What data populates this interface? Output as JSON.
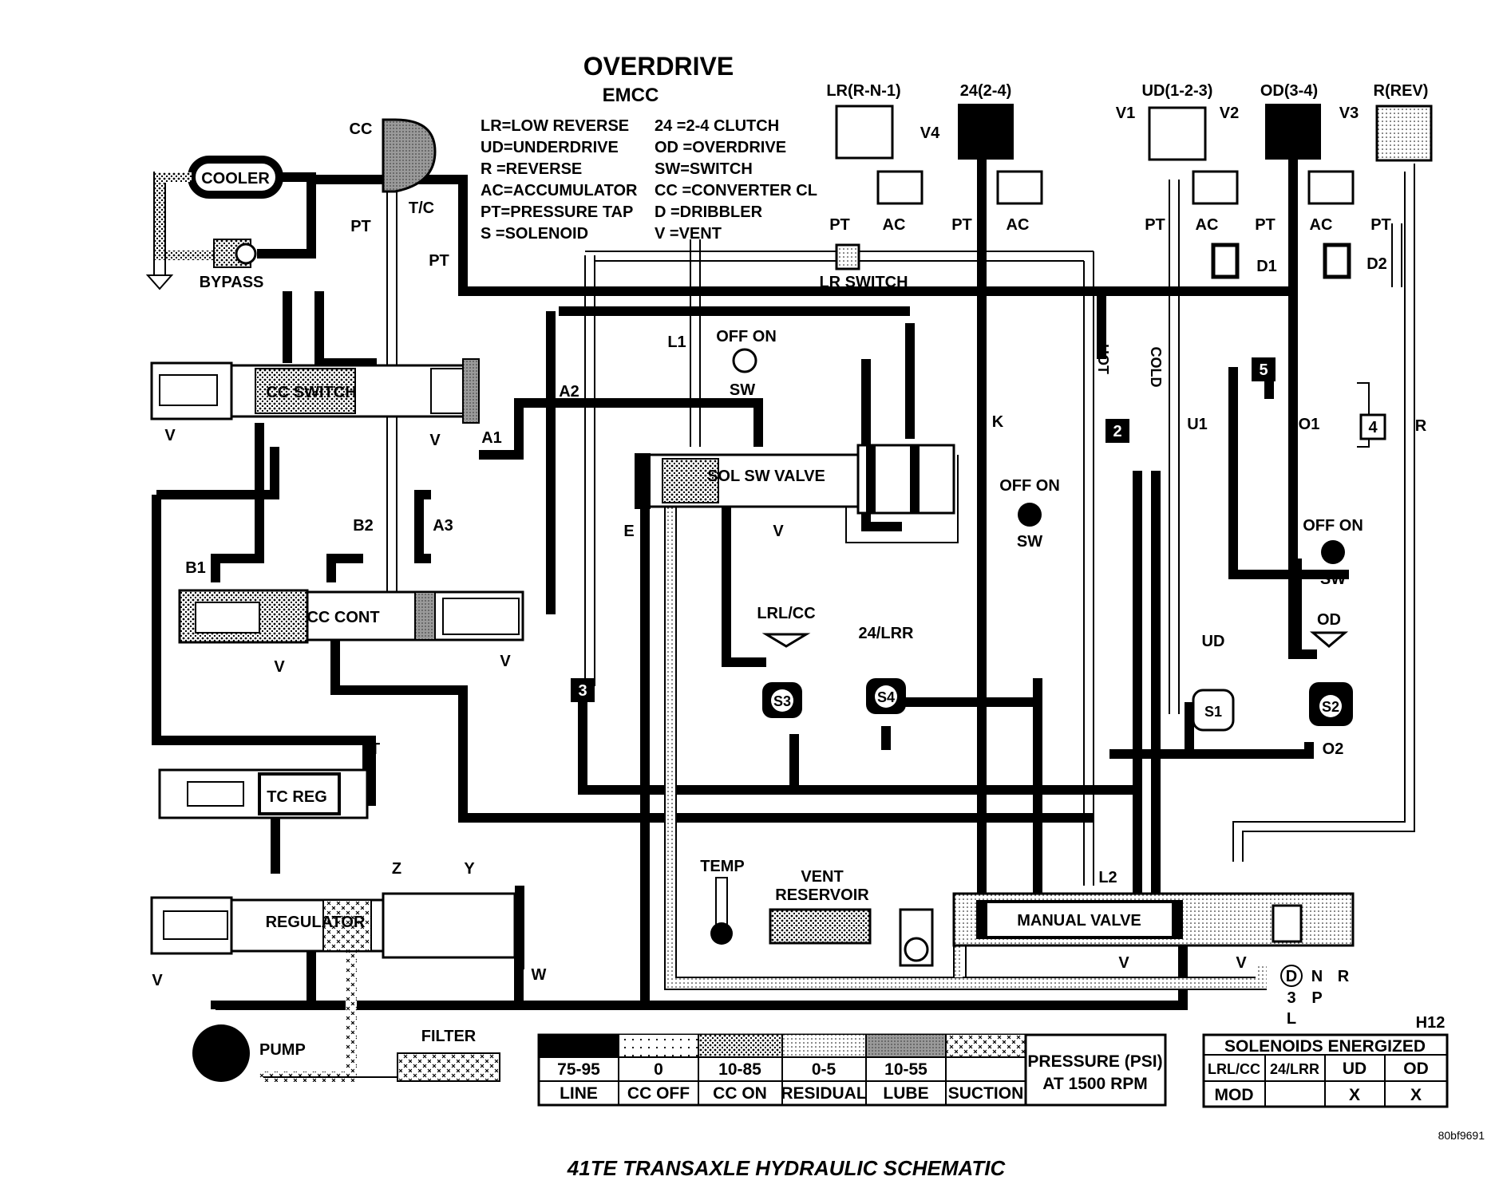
{
  "header": {
    "title": "OVERDRIVE",
    "subtitle": "EMCC"
  },
  "abbreviations_left": [
    "LR=LOW REVERSE",
    "UD=UNDERDRIVE",
    "R  =REVERSE",
    "AC=ACCUMULATOR",
    "PT=PRESSURE TAP",
    "S  =SOLENOID"
  ],
  "abbreviations_right": [
    "24 =2-4 CLUTCH",
    "OD =OVERDRIVE",
    "SW=SWITCH",
    "CC =CONVERTER CL",
    "D  =DRIBBLER",
    "V  =VENT"
  ],
  "clutches": {
    "lr": "LR(R-N-1)",
    "c24": "24(2-4)",
    "ud": "UD(1-2-3)",
    "od": "OD(3-4)",
    "rev": "R(REV)"
  },
  "components": {
    "cooler": "COOLER",
    "bypass": "BYPASS",
    "cc": "CC",
    "tc": "T/C",
    "cc_switch": "CC SWITCH",
    "cc_cont": "CC CONT",
    "tc_reg": "TC REG",
    "regulator": "REGULATOR",
    "pump": "PUMP",
    "filter": "FILTER",
    "sol_sw_valve": "SOL SW VALVE",
    "lr_switch": "LR SWITCH",
    "manual_valve": "MANUAL VALVE",
    "temp": "TEMP",
    "vent_reservoir_1": "VENT",
    "vent_reservoir_2": "RESERVOIR",
    "hot": "HOT",
    "cold": "COLD",
    "sol_lrcc": "LRL/CC",
    "sol_24lr": "24/LRR",
    "sol_ud": "UD",
    "sol_od": "OD"
  },
  "markers": {
    "pt": "PT",
    "ac": "AC",
    "v": "V",
    "sw": "SW",
    "off_on": "OFF ON",
    "v1": "V1",
    "v2": "V2",
    "v3": "V3",
    "v4": "V4",
    "d1": "D1",
    "d2": "D2",
    "a1": "A1",
    "a2": "A2",
    "a3": "A3",
    "b1": "B1",
    "b2": "B2",
    "l1": "L1",
    "l2": "L2",
    "k": "K",
    "u1": "U1",
    "o1": "O1",
    "o2": "O2",
    "r": "R",
    "e": "E",
    "t": "T",
    "w": "W",
    "y": "Y",
    "z": "Z",
    "s1": "S1",
    "s2": "S2",
    "s3": "S3",
    "s4": "S4",
    "n2": "2",
    "n3": "3",
    "n4": "4",
    "n5": "5"
  },
  "gear_positions": {
    "d": "D",
    "three": "3",
    "l": "L",
    "n": "N",
    "p": "P",
    "r": "R"
  },
  "pressure_legend": {
    "heading_1": "PRESSURE (PSI)",
    "heading_2": "AT 1500 RPM",
    "items": [
      {
        "value": "75-95",
        "label": "LINE",
        "pattern": "solid"
      },
      {
        "value": "0",
        "label": "CC OFF",
        "pattern": "sparse-dots"
      },
      {
        "value": "10-85",
        "label": "CC ON",
        "pattern": "dense-dots"
      },
      {
        "value": "0-5",
        "label": "RESIDUAL",
        "pattern": "fine-dots"
      },
      {
        "value": "10-55",
        "label": "LUBE",
        "pattern": "gray"
      },
      {
        "value": "",
        "label": "SUCTION",
        "pattern": "crosshatch"
      }
    ]
  },
  "solenoid_table": {
    "code": "H12",
    "title": "SOLENOIDS ENERGIZED",
    "columns": [
      "LRL/CC",
      "24/LRR",
      "UD",
      "OD"
    ],
    "row": [
      "MOD",
      "",
      "X",
      "X"
    ]
  },
  "figure_id": "80bf9691",
  "caption": "41TE TRANSAXLE HYDRAULIC SCHEMATIC",
  "colors": {
    "line": "#000000",
    "background": "#ffffff",
    "lube": "#8a8a8a"
  }
}
